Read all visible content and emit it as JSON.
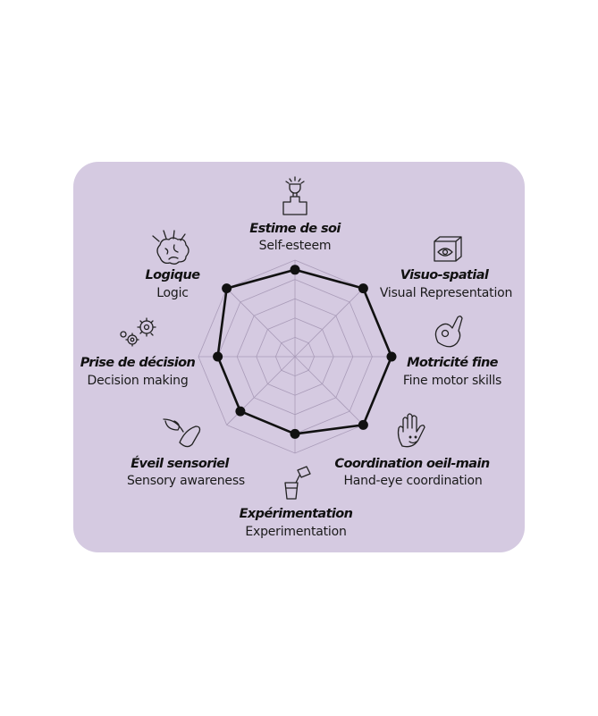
{
  "chart_data": {
    "type": "radar",
    "title": "",
    "scale": [
      0,
      5
    ],
    "rings": 5,
    "grid": true,
    "axes": [
      {
        "label": "Estime de soi",
        "sublabel": "Self-esteem",
        "icon": "trophy-podium-icon",
        "value": 4.5
      },
      {
        "label": "Visuo-spatial",
        "sublabel": "Visual Representation",
        "icon": "eye-cube-icon",
        "value": 5
      },
      {
        "label": "Motricité fine",
        "sublabel": "Fine motor skills",
        "icon": "pinching-hand-icon",
        "value": 5
      },
      {
        "label": "Coordination oeil-main",
        "sublabel": "Hand-eye coordination",
        "icon": "smiley-hand-icon",
        "value": 5
      },
      {
        "label": "Expérimentation",
        "sublabel": "Experimentation",
        "icon": "pouring-glass-icon",
        "value": 4
      },
      {
        "label": "Éveil sensoriel",
        "sublabel": "Sensory awareness",
        "icon": "hand-feather-icon",
        "value": 4
      },
      {
        "label": "Prise de décision",
        "sublabel": "Decision making",
        "icon": "gears-icon",
        "value": 4
      },
      {
        "label": "Logique",
        "sublabel": "Logic",
        "icon": "brain-icon",
        "value": 5
      }
    ],
    "colors": {
      "card": "#d5cae1",
      "grid": "#a99bb8",
      "series": "#111111"
    }
  }
}
